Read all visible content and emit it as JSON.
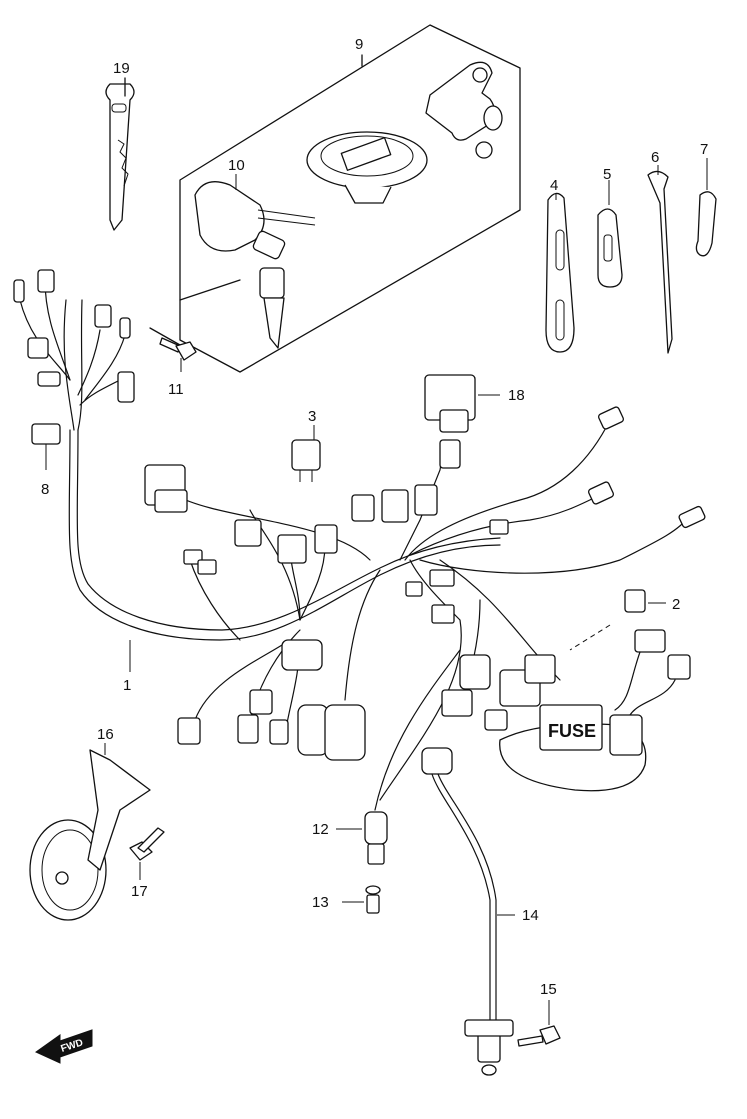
{
  "callouts": {
    "c1": "1",
    "c2": "2",
    "c3": "3",
    "c4": "4",
    "c5": "5",
    "c6": "6",
    "c7": "7",
    "c8": "8",
    "c9": "9",
    "c10": "10",
    "c11": "11",
    "c12": "12",
    "c13": "13",
    "c14": "14",
    "c15": "15",
    "c16": "16",
    "c17": "17",
    "c18": "18",
    "c19": "19"
  },
  "fuse_label": "FUSE",
  "fwd_label": "FWD"
}
